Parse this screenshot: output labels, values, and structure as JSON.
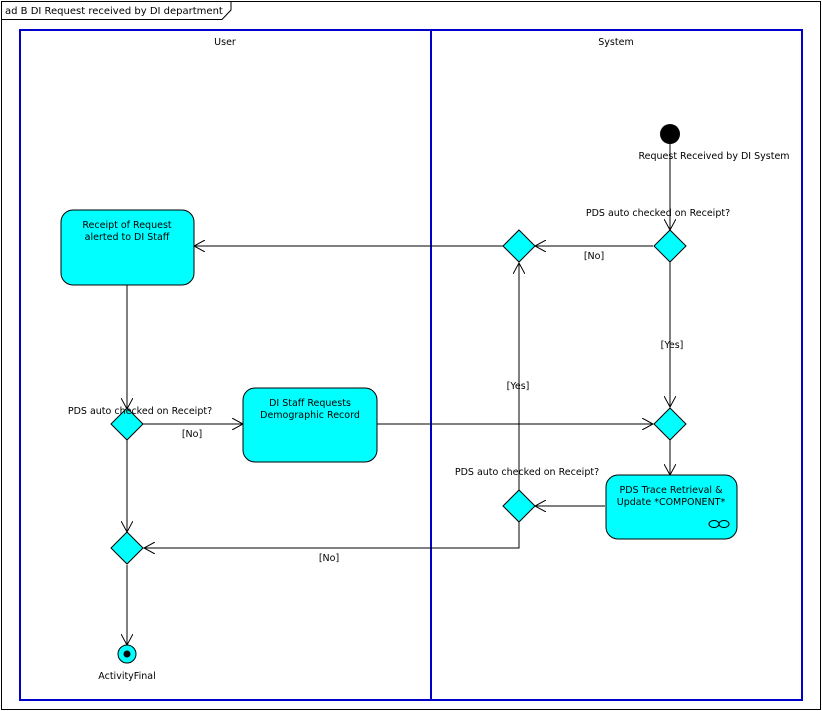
{
  "frame": {
    "title": "ad B DI Request received by DI department"
  },
  "lanes": [
    {
      "label": "User"
    },
    {
      "label": "System"
    }
  ],
  "actions": {
    "receipt": [
      "Receipt of Request",
      "alerted to DI Staff"
    ],
    "staff_request": [
      "DI Staff Requests",
      "Demographic Record"
    ],
    "pds_trace": [
      "PDS Trace Retrieval &",
      "Update *COMPONENT*"
    ]
  },
  "initial": {
    "label": "Request Received by DI System"
  },
  "final": {
    "label": "ActivityFinal"
  },
  "decisions": {
    "system_top": "PDS auto checked on Receipt?",
    "user_mid": "PDS auto checked on Receipt?",
    "system_low": "PDS auto checked on Receipt?"
  },
  "guards": {
    "no_top": "[No]",
    "yes_right": "[Yes]",
    "yes_mid": "[Yes]",
    "no_user": "[No]",
    "no_bottom": "[No]"
  },
  "colors": {
    "lane_border": "#0000C8",
    "node_fill": "#00FFFF",
    "line": "#000000"
  }
}
